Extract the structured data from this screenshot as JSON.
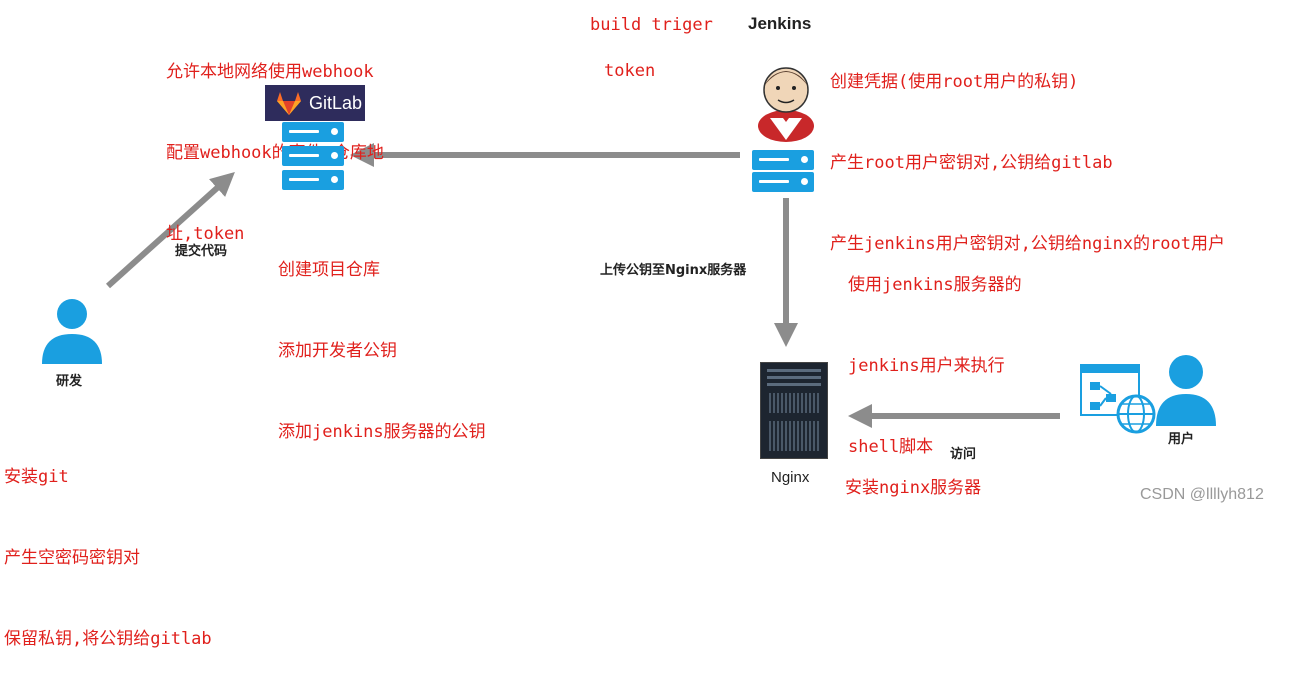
{
  "gitlab": {
    "logo_text": "GitLab",
    "notes": [
      "允许本地网络使用webhook",
      "配置webhook的事件,仓库地",
      "址,token"
    ],
    "steps": [
      "创建项目仓库",
      "添加开发者公钥",
      "添加jenkins服务器的公钥"
    ]
  },
  "jenkins": {
    "title": "Jenkins",
    "notes": [
      "创建凭据(使用root用户的私钥)",
      "产生root用户密钥对,公钥给gitlab",
      "产生jenkins用户密钥对,公钥给nginx的root用户"
    ],
    "trigger_label": "build triger",
    "token_label": "token",
    "exec_notes": [
      "使用jenkins服务器的",
      "jenkins用户来执行",
      "shell脚本"
    ]
  },
  "developer": {
    "label": "研发",
    "push_label": "提交代码",
    "notes": [
      "安装git",
      "产生空密码密钥对",
      "保留私钥,将公钥给gitlab"
    ]
  },
  "deploy": {
    "label": "上传公钥至Nginx服务器"
  },
  "nginx": {
    "label": "Nginx",
    "note": "安装nginx服务器"
  },
  "user": {
    "label": "用户",
    "access_label": "访问"
  },
  "watermark": "CSDN @llllyh812",
  "colors": {
    "accent_red": "#e0201c",
    "server_blue": "#1a9fe0",
    "arrow_gray": "#8c8c8c"
  }
}
